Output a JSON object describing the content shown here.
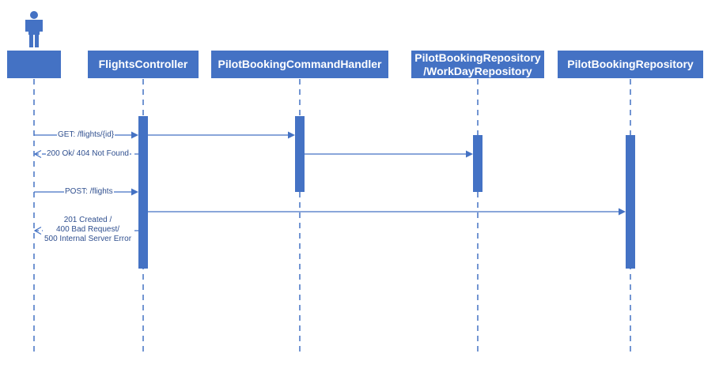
{
  "colors": {
    "accent": "#4472C4",
    "text": "#2F4F8F",
    "background": "#FFFFFF"
  },
  "actor": {
    "icon": "person-icon",
    "label": ""
  },
  "participants": [
    {
      "id": "flights-controller",
      "label": "FlightsController"
    },
    {
      "id": "command-handler",
      "label": "PilotBookingCommandHandler"
    },
    {
      "id": "workday-repository",
      "label": "PilotBookingRepository\n/WorkDayRepository"
    },
    {
      "id": "booking-repository",
      "label": "PilotBookingRepository"
    }
  ],
  "messages": [
    {
      "id": "get-request",
      "label": "GET: /flights/{id}"
    },
    {
      "id": "get-response",
      "label": "200 Ok/ 404 Not Found"
    },
    {
      "id": "post-request",
      "label": "POST: /flights"
    },
    {
      "id": "post-response",
      "label": "201 Created /\n400 Bad Request/\n500 Internal Server Error"
    }
  ]
}
